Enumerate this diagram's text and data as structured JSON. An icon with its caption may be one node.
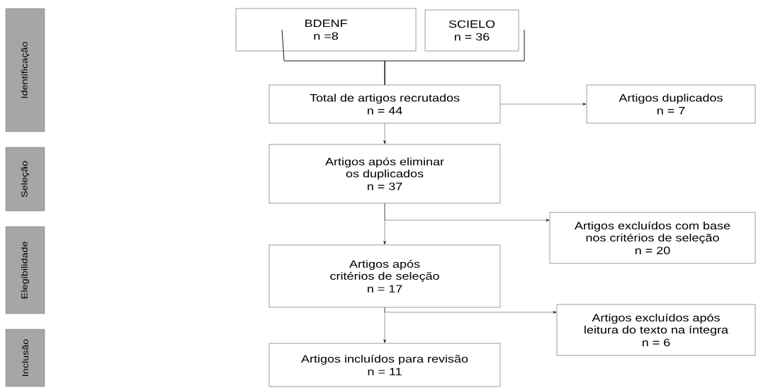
{
  "diagram": {
    "nodes": [
      {
        "text": [
          "Identificação"
        ]
      },
      {
        "text": [
          "Seleção"
        ]
      },
      {
        "text": [
          "Elegibilidade"
        ]
      },
      {
        "text": [
          "Inclusão"
        ]
      },
      {
        "text": [
          "BDENF",
          "n =8"
        ]
      },
      {
        "text": [
          "SCIELO",
          "n = 36"
        ]
      },
      {
        "text": [
          "Total de artigos recrutados",
          "n = 44"
        ]
      },
      {
        "text": [
          "Artigos duplicados",
          "n = 7"
        ]
      },
      {
        "text": [
          "Artigos após eliminar os duplicados",
          "n = 37"
        ]
      },
      {
        "text": [
          "Artigos excluídos com base nos critérios de seleção",
          "n = 20"
        ]
      },
      {
        "text": [
          "Artigos após critérios de seleção",
          "n = 17"
        ]
      },
      {
        "text": [
          "Artigos excluídos após leitura do texto na íntegra",
          "n = 6"
        ]
      },
      {
        "text": [
          "Artigos incluídos para revisão",
          "n = 11"
        ]
      }
    ],
    "edges": [
      {
        "from": 4,
        "to": 6,
        "arrow": "none"
      },
      {
        "from": 5,
        "to": 6,
        "arrow": "none"
      },
      {
        "from": 6,
        "to": 7,
        "arrow": "to"
      },
      {
        "from": 6,
        "to": 8,
        "arrow": "to"
      },
      {
        "from": 8,
        "to": 10,
        "arrow": "to"
      },
      {
        "from": 8,
        "to": 9,
        "arrow": "to"
      },
      {
        "from": 10,
        "to": 12,
        "arrow": "to"
      },
      {
        "from": 10,
        "to": 11,
        "arrow": "to"
      }
    ]
  }
}
